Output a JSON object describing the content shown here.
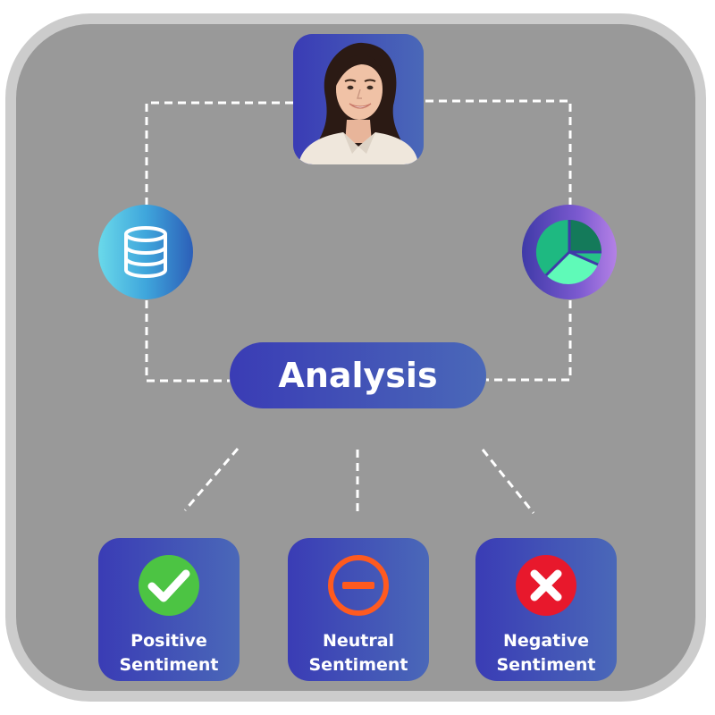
{
  "center": {
    "label": "Analysis"
  },
  "outcomes": [
    {
      "line1": "Positive",
      "line2": "Sentiment",
      "icon": "check-icon",
      "color": "#4cc443"
    },
    {
      "line1": "Neutral",
      "line2": "Sentiment",
      "icon": "minus-circle-icon",
      "color": "#ff5a1f"
    },
    {
      "line1": "Negative",
      "line2": "Sentiment",
      "icon": "cross-icon",
      "color": "#e8182c"
    }
  ],
  "nodes": {
    "top": {
      "icon": "person-photo"
    },
    "left": {
      "icon": "database-icon"
    },
    "right": {
      "icon": "pie-chart-icon"
    }
  },
  "colors": {
    "panel": "#999999",
    "panel_border": "#cccccc",
    "node_gradient_start": "#3a3cb5",
    "node_gradient_end": "#4a68b8",
    "connector": "#ffffff"
  }
}
